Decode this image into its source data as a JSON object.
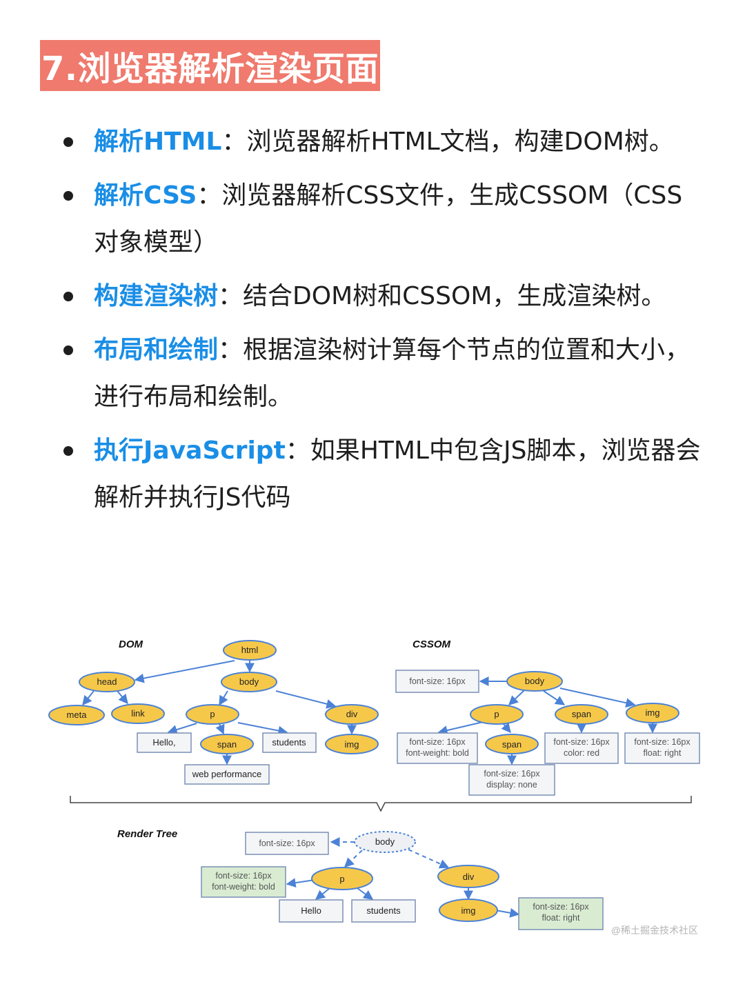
{
  "title": "7.浏览器解析渲染页面",
  "bullets": [
    {
      "term": "解析HTML",
      "sep": "：",
      "text": "浏览器解析HTML文档，构建DOM树。"
    },
    {
      "term": "解析CSS",
      "sep": "：",
      "text": "浏览器解析CSS文件，生成CSSOM（CSS对象模型）"
    },
    {
      "term": "构建渲染树",
      "sep": "：",
      "text": "结合DOM树和CSSOM，生成渲染树。"
    },
    {
      "term": "布局和绘制",
      "sep": "：",
      "text": "根据渲染树计算每个节点的位置和大小，进行布局和绘制。"
    },
    {
      "term": "执行JavaScript",
      "sep": "：",
      "text": "如果HTML中包含JS脚本，浏览器会解析并执行JS代码"
    }
  ],
  "diagram": {
    "dom": {
      "label": "DOM",
      "html": "html",
      "head": "head",
      "body": "body",
      "meta": "meta",
      "link": "link",
      "p": "p",
      "div": "div",
      "hello": "Hello,",
      "span": "span",
      "students": "students",
      "img": "img",
      "web_performance": "web performance"
    },
    "cssom": {
      "label": "CSSOM",
      "body": "body",
      "body_style": "font-size: 16px",
      "p": "p",
      "span": "span",
      "img": "img",
      "p_style_1": "font-size: 16px",
      "p_style_2": "font-weight: bold",
      "p_span": "span",
      "span_style_1": "font-size: 16px",
      "span_style_2": "color: red",
      "img_style_1": "font-size: 16px",
      "img_style_2": "float: right",
      "pspan_style_1": "font-size: 16px",
      "pspan_style_2": "display: none"
    },
    "render": {
      "label": "Render Tree",
      "body": "body",
      "body_style": "font-size: 16px",
      "p": "p",
      "p_style_1": "font-size: 16px",
      "p_style_2": "font-weight: bold",
      "div": "div",
      "hello": "Hello",
      "students": "students",
      "img": "img",
      "img_style_1": "font-size: 16px",
      "img_style_2": "float: right"
    }
  },
  "watermark": "@稀土掘金技术社区"
}
